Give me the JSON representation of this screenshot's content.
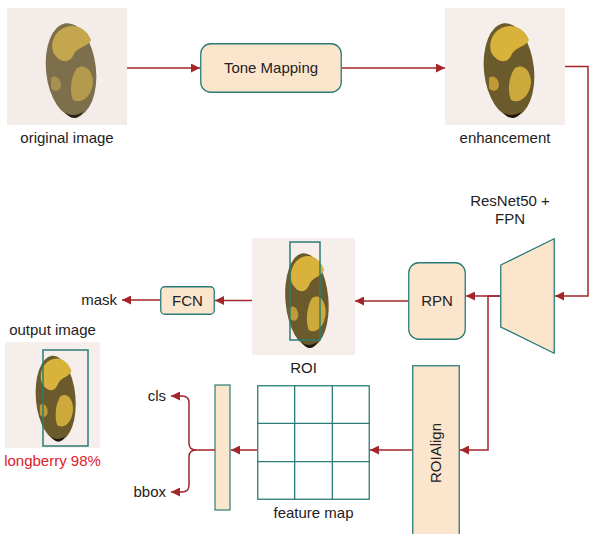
{
  "diagram": {
    "nodes": [
      {
        "text": [
          "original image"
        ]
      },
      {
        "text": [
          "Tone Mapping"
        ]
      },
      {
        "text": [
          "enhancement"
        ]
      },
      {
        "text": [
          "ResNet50 + FPN"
        ]
      },
      {
        "text": [
          "RPN"
        ]
      },
      {
        "text": [
          "ROI"
        ]
      },
      {
        "text": [
          "FCN"
        ]
      },
      {
        "text": [
          "output image",
          "longberry 98%"
        ]
      },
      {
        "text": [
          "ROIAlign"
        ]
      },
      {
        "text": [
          "feature map"
        ]
      }
    ],
    "edges": [
      {
        "from": 0,
        "to": 1,
        "arrow": "to"
      },
      {
        "from": 1,
        "to": 2,
        "arrow": "to"
      },
      {
        "from": 2,
        "to": 3,
        "arrow": "to"
      },
      {
        "from": 3,
        "to": 4,
        "arrow": "to"
      },
      {
        "from": 4,
        "to": 5,
        "arrow": "to"
      },
      {
        "from": 5,
        "to": 6,
        "arrow": "to"
      },
      {
        "from": 3,
        "to": 8,
        "arrow": "to"
      },
      {
        "from": 8,
        "to": 9,
        "arrow": "to"
      }
    ],
    "labels": [
      "mask",
      "cls",
      "bbox"
    ]
  }
}
